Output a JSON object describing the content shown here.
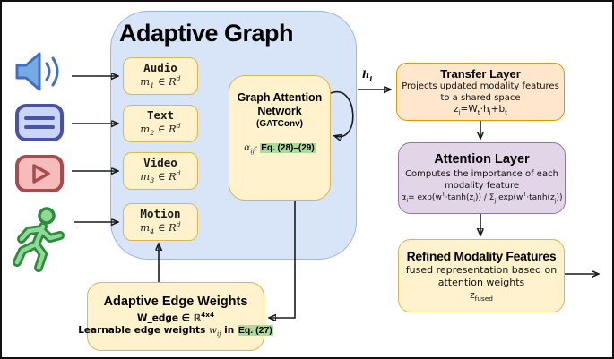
{
  "colors": {
    "container_fill": "#D8E5F8",
    "container_border": "#9CB6DF",
    "node_yellow_fill": "#FFF2CC",
    "node_yellow_border": "#D6B656",
    "transfer_fill": "#FFE6CC",
    "transfer_border": "#D79B00",
    "attention_fill": "#E1D5E7",
    "attention_border": "#9673A6",
    "highlight_green": "#AEDA9C",
    "icon_audio_blue": "#76AAE4",
    "icon_text_indigo": "#4A52A8",
    "icon_video_red": "#A84A4E",
    "icon_motion_green": "#2E8B3A",
    "arrow_black": "#1A1A1A"
  },
  "adaptive_graph": {
    "title": "Adaptive Graph",
    "modalities": [
      {
        "label": "Audio",
        "math": "m_{1} ∈ R^{d}"
      },
      {
        "label": "Text",
        "math": "m_{2} ∈ R^{d}"
      },
      {
        "label": "Video",
        "math": "m_{3} ∈ R^{d}"
      },
      {
        "label": "Motion",
        "math": "m_{4} ∈ R^{d}"
      }
    ],
    "gat": {
      "title": "Graph Attention Network",
      "subtitle": "(GATConv)",
      "alpha_label": "α_{ij}:",
      "eq_ref": "Eq. (28)–(29)"
    },
    "output_label": "h_{i}"
  },
  "transfer_layer": {
    "title": "Transfer Layer",
    "description": "Projects updated modality features to a shared space",
    "formula": "z_{i}=W_{t}·h_{i}+b_{t}"
  },
  "attention_layer": {
    "title": "Attention Layer",
    "description": "Computes the importance of each modality feature",
    "formula": "α_{i}= exp(w^{T}·tanh(z_{i})) / Σ_{j} exp(w^{T}·tanh(z_{j}))"
  },
  "refined_features": {
    "title": "Refined Modality Features",
    "description": "fused representation based on attention weights",
    "formula": "z_{fused}"
  },
  "adaptive_edge_weights": {
    "title": "Adaptive Edge Weights",
    "dimension": "W_edge ∈ ℝ^{4x4}",
    "note_prefix": "Learnable edge weights",
    "note_math": "w_{ij}",
    "note_mid": "in",
    "eq_ref": "Eq. (27)"
  },
  "icons": {
    "audio": "speaker-icon",
    "text": "text-lines-icon",
    "video": "video-play-icon",
    "motion": "running-person-icon"
  }
}
